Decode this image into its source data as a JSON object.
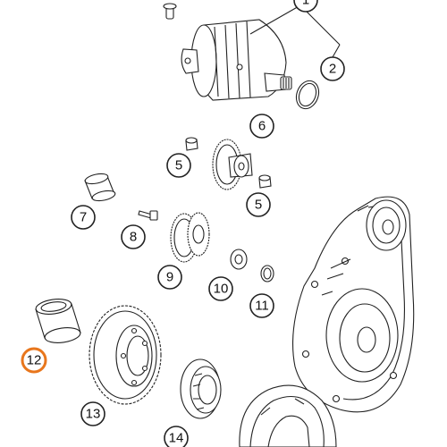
{
  "diagram": {
    "callouts": [
      {
        "id": "c1",
        "label": "1"
      },
      {
        "id": "c2",
        "label": "2"
      },
      {
        "id": "c5a",
        "label": "5"
      },
      {
        "id": "c6",
        "label": "6"
      },
      {
        "id": "c5b",
        "label": "5"
      },
      {
        "id": "c7",
        "label": "7"
      },
      {
        "id": "c8",
        "label": "8"
      },
      {
        "id": "c9",
        "label": "9"
      },
      {
        "id": "c10",
        "label": "10"
      },
      {
        "id": "c11",
        "label": "11"
      },
      {
        "id": "c12",
        "label": "12",
        "highlight": true
      },
      {
        "id": "c13",
        "label": "13"
      },
      {
        "id": "c14",
        "label": "14"
      }
    ],
    "highlight_color": "#e8761c"
  }
}
